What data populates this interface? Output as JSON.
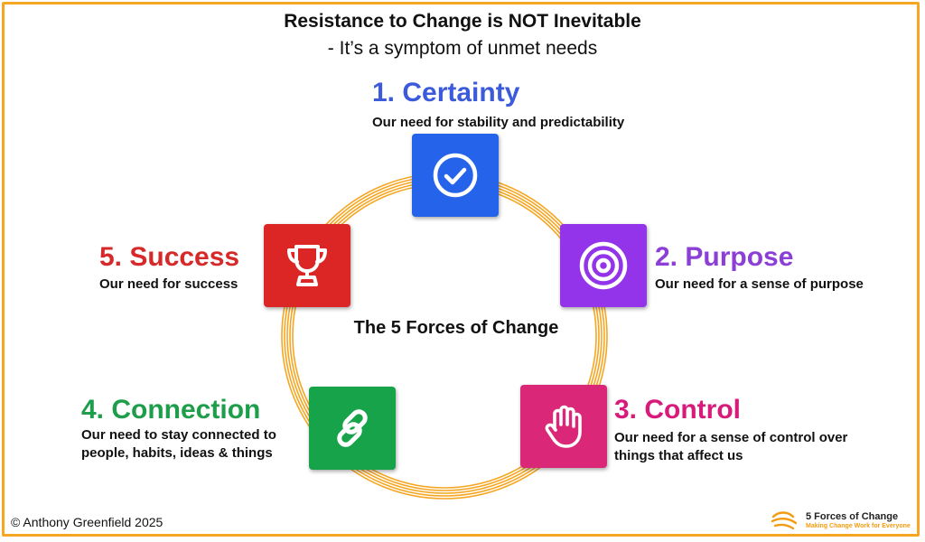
{
  "header": {
    "title": "Resistance to Change is NOT Inevitable",
    "subtitle": "- It’s a symptom of unmet needs"
  },
  "center_label": "The 5 Forces of Change",
  "forces": [
    {
      "title": "1. Certainty",
      "description": "Our need for stability and predictability",
      "color": "#3b5bdb",
      "icon": "check-circle-icon"
    },
    {
      "title": "2. Purpose",
      "description": "Our need for a sense of purpose",
      "color": "#8b3fd6",
      "icon": "target-icon"
    },
    {
      "title": "3. Control",
      "description": "Our need for a sense of control over things that affect us",
      "color": "#d81b7a",
      "icon": "raised-hand-icon"
    },
    {
      "title": "4. Connection",
      "description": "Our need to stay connected to people, habits, ideas & things",
      "color": "#1e9e4a",
      "icon": "link-icon"
    },
    {
      "title": "5. Success",
      "description": "Our need for success",
      "color": "#d62a2a",
      "icon": "trophy-icon"
    }
  ],
  "tile_colors": {
    "certainty": "#2563eb",
    "purpose": "#9333ea",
    "control": "#db2777",
    "connection": "#16a34a",
    "success": "#dc2626"
  },
  "accent_color": "#f5a623",
  "footer": {
    "copyright": "© Anthony Greenfield 2025",
    "logo_name": "5 Forces of Change",
    "logo_tagline": "Making Change Work for Everyone"
  }
}
